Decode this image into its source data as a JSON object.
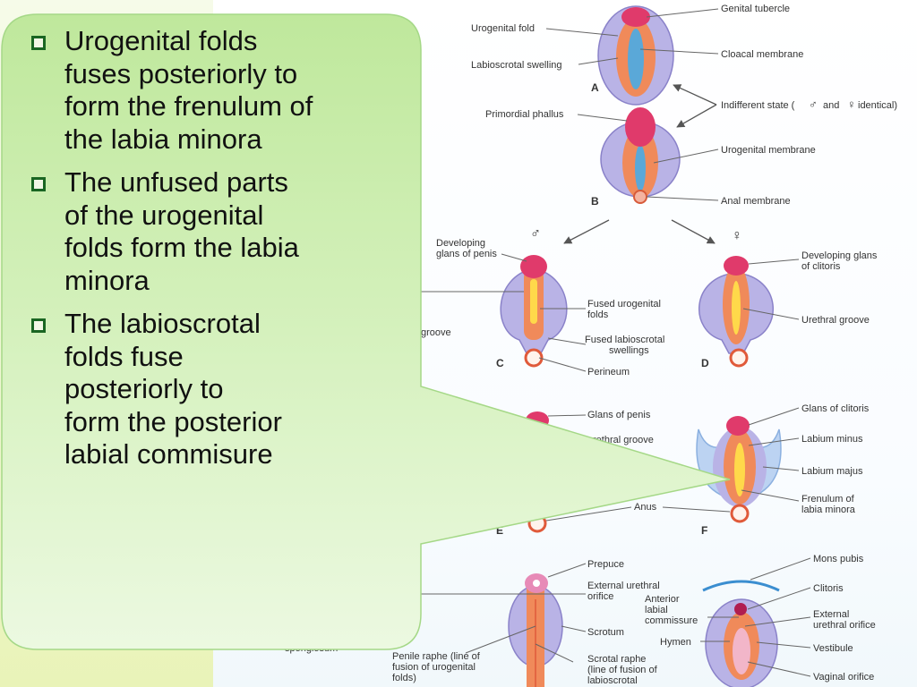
{
  "bullets": [
    {
      "text": "Urogenital folds\nfuses posteriorly to\nform the frenulum of\nthe labia minora"
    },
    {
      "text": "The unfused parts\nof the urogenital\nfolds form the labia\nminora"
    },
    {
      "text": " The labioscrotal\nfolds fuse\nposteriorly to\nform the posterior\nlabial commisure"
    }
  ],
  "diagram": {
    "letters": {
      "a": "A",
      "b": "B",
      "c": "C",
      "d": "D",
      "e": "E",
      "f": "F"
    },
    "symbols": {
      "male": "♂",
      "female": "♀"
    },
    "labels": {
      "genital_tubercle": "Genital tubercle",
      "urogenital_fold": "Urogenital fold",
      "cloacal_membrane": "Cloacal membrane",
      "labioscrotal_swelling": "Labioscrotal swelling",
      "indifferent_prefix": "Indifferent state (",
      "indifferent_and": "and",
      "indifferent_suffix": "identical)",
      "primordial_phallus": "Primordial phallus",
      "urogenital_membrane": "Urogenital membrane",
      "anal_membrane": "Anal membrane",
      "developing_glans_penis_1": "Developing",
      "developing_glans_penis_2": "glans of penis",
      "developing_glans_clitoris_1": "Developing glans",
      "developing_glans_clitoris_2": "of clitoris",
      "fused_urogenital_1": "Fused urogenital",
      "fused_urogenital_2": "folds",
      "urethral_groove_d": "Urethral groove",
      "groove_fragment": "groove",
      "fused_labioscrotal_1": "Fused labioscrotal",
      "fused_labioscrotal_2": "swellings",
      "perineum": "Perineum",
      "glans_of_penis": "Glans of penis",
      "urethral_groove_e": "rethral groove",
      "glans_of_clitoris": "Glans of clitoris",
      "labium_minus": "Labium minus",
      "labium_majus": "Labium majus",
      "frenulum_1": "Frenulum of",
      "frenulum_2": "labia minora",
      "anus": "Anus",
      "prepuce": "Prepuce",
      "external_urethral_orifice_1": "External urethral",
      "external_urethral_orifice_2": "orifice",
      "anterior_labial_1": "Anterior",
      "anterior_labial_2": "labial",
      "anterior_labial_3": "commissure",
      "scrotum": "Scrotum",
      "hymen": "Hymen",
      "spongiosum": "spongiosum",
      "penile_raphe_1": "Penile raphe (line of",
      "penile_raphe_2": "fusion of urogenital",
      "penile_raphe_3": "folds)",
      "scrotal_raphe_1": "Scrotal raphe",
      "scrotal_raphe_2": "(line of fusion of",
      "scrotal_raphe_3": "labioscrotal",
      "mons_pubis": "Mons pubis",
      "clitoris": "Clitoris",
      "external_urethral_orifice_f_1": "External",
      "external_urethral_orifice_f_2": "urethral orifice",
      "vestibule": "Vestibule",
      "vaginal_orifice": "Vaginal orifice"
    }
  },
  "colors": {
    "callout_fill": "#c6eba4",
    "outer_swelling": "#b9b3e6",
    "fold": "#f08a5a",
    "glans": "#e03a6b",
    "membrane": "#5aa8d8",
    "groove": "#ffd94a"
  }
}
